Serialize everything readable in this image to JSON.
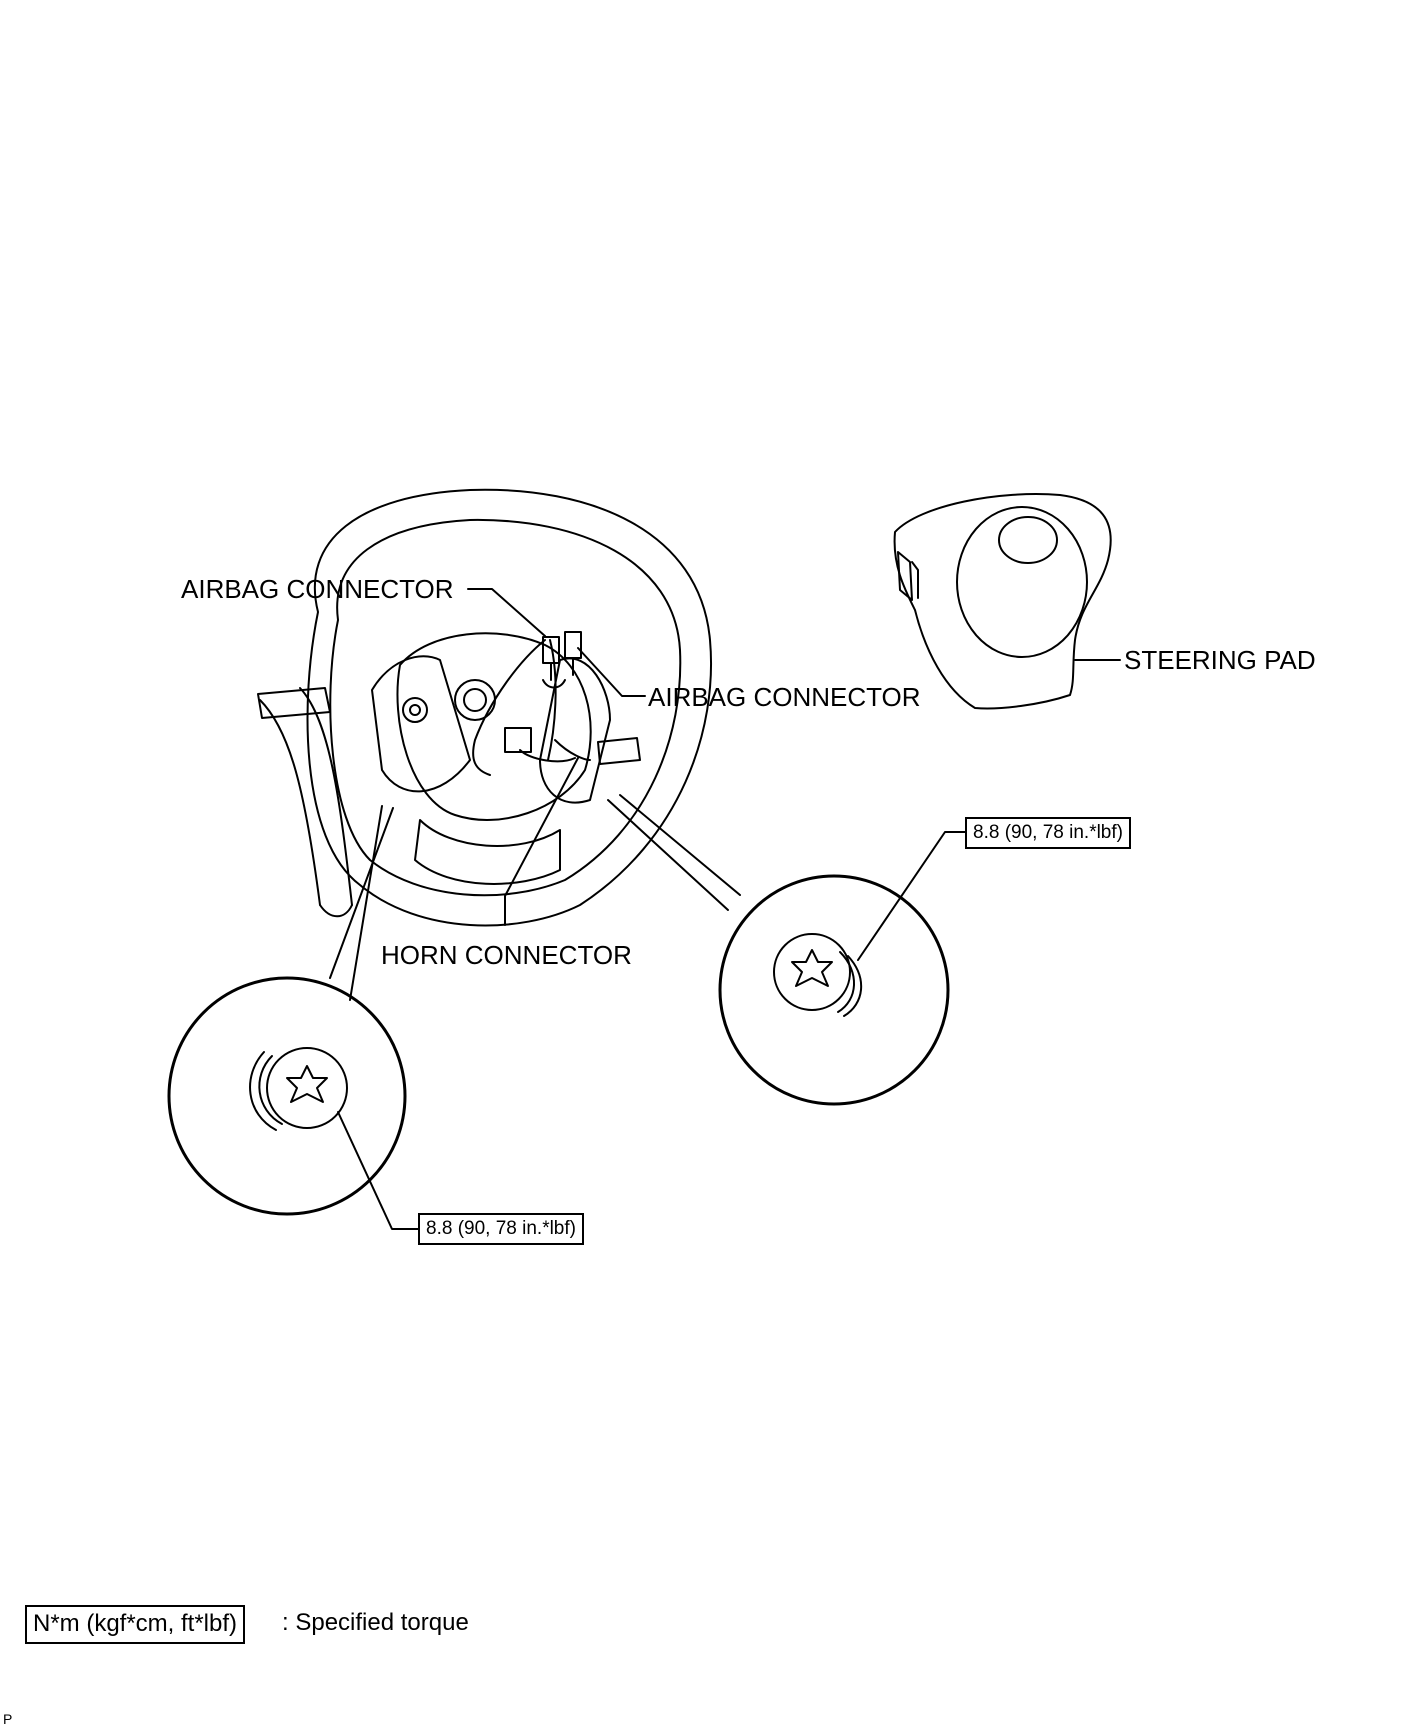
{
  "labels": {
    "airbag_connector_upper": "AIRBAG CONNECTOR",
    "airbag_connector_lower": "AIRBAG CONNECTOR",
    "steering_pad": "STEERING PAD",
    "horn_connector": "HORN CONNECTOR"
  },
  "torque": {
    "right": "8.8 (90, 78 in.*lbf)",
    "left": "8.8 (90, 78 in.*lbf)"
  },
  "legend": {
    "unit_box": "N*m (kgf*cm, ft*lbf)",
    "description": ": Specified torque"
  },
  "footer_code": "P"
}
